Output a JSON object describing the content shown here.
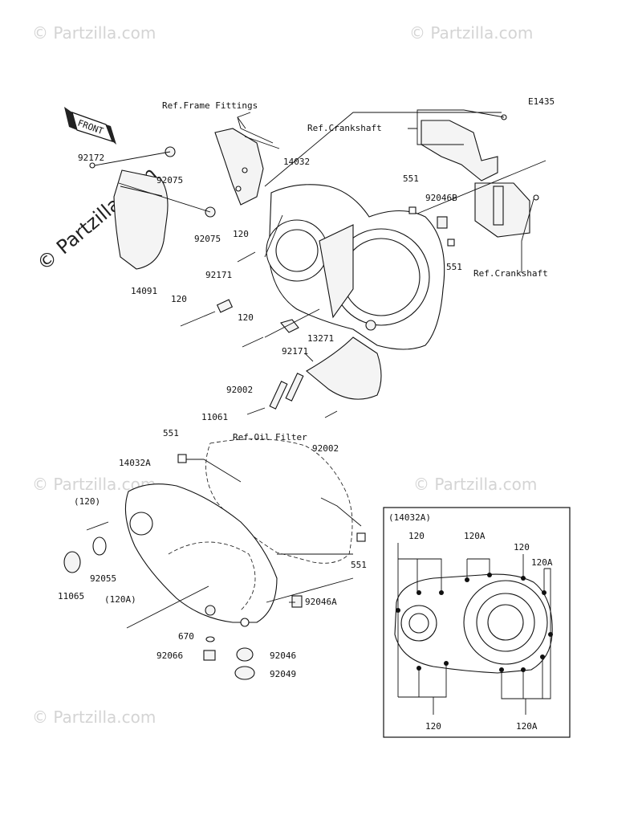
{
  "diagram_code": "E1435",
  "front_label": "FRONT",
  "watermark": "© Partzilla.com",
  "references": {
    "frame_fittings": "Ref.Frame Fittings",
    "crankshaft_top": "Ref.Crankshaft",
    "crankshaft_right": "Ref.Crankshaft",
    "oil_filter": "Ref.Oil Filter"
  },
  "callouts": {
    "c92172": "92172",
    "c92075_a": "92075",
    "c92075_b": "92075",
    "c14091": "14091",
    "c14032": "14032",
    "c551_top": "551",
    "c92046B": "92046B",
    "c551_right": "551",
    "c120_a": "120",
    "c92171_a": "92171",
    "c120_b": "120",
    "c120_c": "120",
    "c92171_b": "92171",
    "c13271": "13271",
    "c92002_a": "92002",
    "c92002_b": "92002",
    "c11061": "11061",
    "c551_mid": "551",
    "c14032A": "14032A",
    "c120_paren": "(120)",
    "c92055": "92055",
    "c11065": "11065",
    "c551_low": "551",
    "c92046A": "92046A",
    "c120A_paren": "(120A)",
    "c670": "670",
    "c92066": "92066",
    "c92046": "92046",
    "c92049": "92049"
  },
  "inset": {
    "title": "(14032A)",
    "top_120_a": "120",
    "top_120A_a": "120A",
    "top_120_b": "120",
    "top_120A_b": "120A",
    "bottom_120": "120",
    "bottom_120A": "120A"
  }
}
